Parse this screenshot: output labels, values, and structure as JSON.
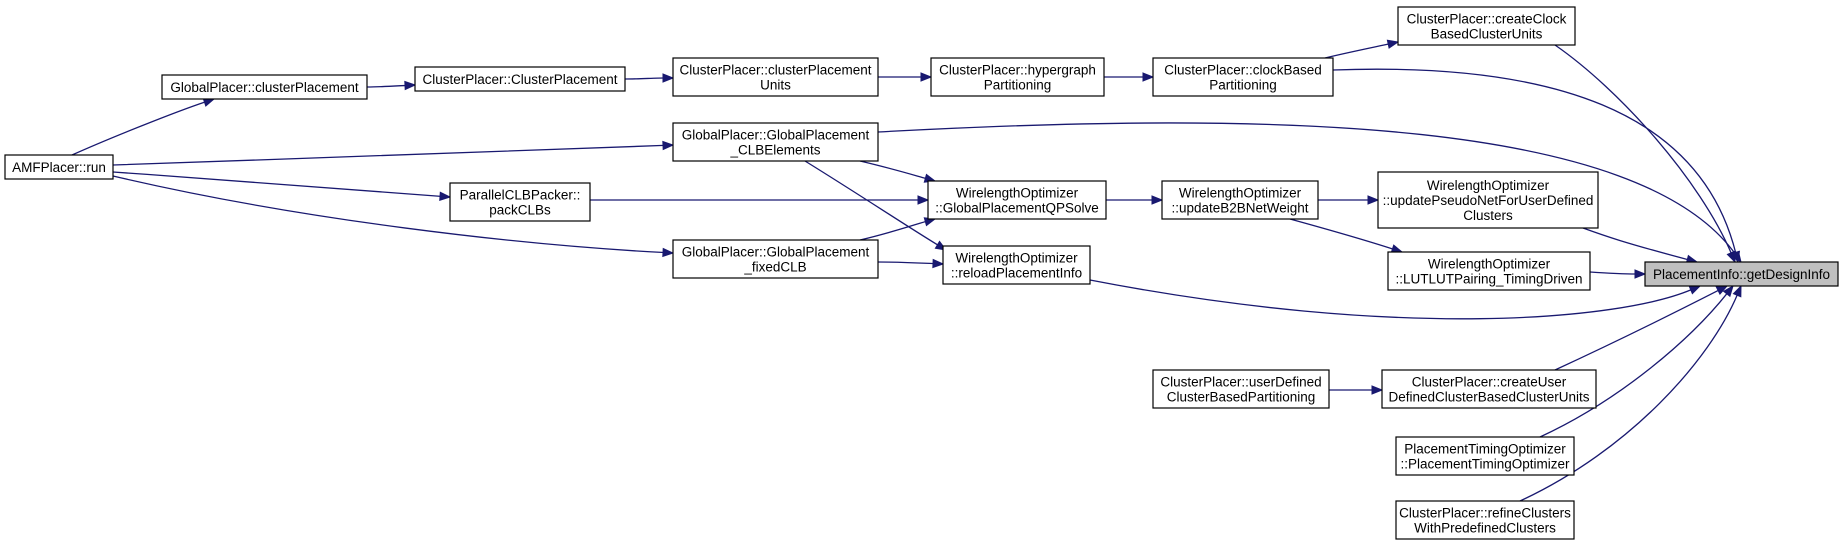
{
  "graph": {
    "colors": {
      "edge": "#191970",
      "root_fill": "#bfbfbf",
      "node_fill": "#ffffff",
      "border": "#000000"
    },
    "nodes": {
      "amf_run": {
        "lines": [
          "AMFPlacer::run"
        ]
      },
      "gp_clusterplacement": {
        "lines": [
          "GlobalPlacer::clusterPlacement"
        ]
      },
      "cp_clusterplacement": {
        "lines": [
          "ClusterPlacer::ClusterPlacement"
        ]
      },
      "cp_clusterplacementunits": {
        "lines": [
          "ClusterPlacer::clusterPlacement",
          "Units"
        ]
      },
      "cp_hypergraph": {
        "lines": [
          "ClusterPlacer::hypergraph",
          "Partitioning"
        ]
      },
      "cp_clockbased": {
        "lines": [
          "ClusterPlacer::clockBased",
          "Partitioning"
        ]
      },
      "cp_createclock": {
        "lines": [
          "ClusterPlacer::createClock",
          "BasedClusterUnits"
        ]
      },
      "gp_clbelements": {
        "lines": [
          "GlobalPlacer::GlobalPlacement",
          "_CLBElements"
        ]
      },
      "pclb_packclbs": {
        "lines": [
          "ParallelCLBPacker::",
          "packCLBs"
        ]
      },
      "wo_qpsolve": {
        "lines": [
          "WirelengthOptimizer",
          "::GlobalPlacementQPSolve"
        ]
      },
      "wo_updateb2b": {
        "lines": [
          "WirelengthOptimizer",
          "::updateB2BNetWeight"
        ]
      },
      "wo_updatepseudo": {
        "lines": [
          "WirelengthOptimizer",
          "::updatePseudoNetForUserDefined",
          "Clusters"
        ]
      },
      "wo_lutlut": {
        "lines": [
          "WirelengthOptimizer",
          "::LUTLUTPairing_TimingDriven"
        ]
      },
      "gp_fixedclb": {
        "lines": [
          "GlobalPlacer::GlobalPlacement",
          "_fixedCLB"
        ]
      },
      "wo_reload": {
        "lines": [
          "WirelengthOptimizer",
          "::reloadPlacementInfo"
        ]
      },
      "pi_getdesigninfo": {
        "lines": [
          "PlacementInfo::getDesignInfo"
        ]
      },
      "cp_userdefined": {
        "lines": [
          "ClusterPlacer::userDefined",
          "ClusterBasedPartitioning"
        ]
      },
      "cp_createuser": {
        "lines": [
          "ClusterPlacer::createUser",
          "DefinedClusterBasedClusterUnits"
        ]
      },
      "pto_ctor": {
        "lines": [
          "PlacementTimingOptimizer",
          "::PlacementTimingOptimizer"
        ]
      },
      "cp_refine": {
        "lines": [
          "ClusterPlacer::refineClusters",
          "WithPredefinedClusters"
        ]
      }
    },
    "edges": [
      [
        "amf_run",
        "gp_clusterplacement"
      ],
      [
        "gp_clusterplacement",
        "cp_clusterplacement"
      ],
      [
        "cp_clusterplacement",
        "cp_clusterplacementunits"
      ],
      [
        "cp_clusterplacementunits",
        "cp_hypergraph"
      ],
      [
        "cp_hypergraph",
        "cp_clockbased"
      ],
      [
        "cp_clockbased",
        "cp_createclock"
      ],
      [
        "cp_createclock",
        "pi_getdesigninfo"
      ],
      [
        "cp_clockbased",
        "pi_getdesigninfo"
      ],
      [
        "amf_run",
        "gp_clbelements"
      ],
      [
        "gp_clbelements",
        "pi_getdesigninfo"
      ],
      [
        "gp_clbelements",
        "wo_qpsolve"
      ],
      [
        "gp_clbelements",
        "wo_reload"
      ],
      [
        "amf_run",
        "pclb_packclbs"
      ],
      [
        "pclb_packclbs",
        "wo_qpsolve"
      ],
      [
        "amf_run",
        "gp_fixedclb"
      ],
      [
        "gp_fixedclb",
        "wo_qpsolve"
      ],
      [
        "gp_fixedclb",
        "wo_reload"
      ],
      [
        "wo_qpsolve",
        "wo_updateb2b"
      ],
      [
        "wo_updateb2b",
        "wo_updatepseudo"
      ],
      [
        "wo_updateb2b",
        "wo_lutlut"
      ],
      [
        "wo_updatepseudo",
        "pi_getdesigninfo"
      ],
      [
        "wo_lutlut",
        "pi_getdesigninfo"
      ],
      [
        "wo_reload",
        "pi_getdesigninfo"
      ],
      [
        "cp_userdefined",
        "cp_createuser"
      ],
      [
        "cp_createuser",
        "pi_getdesigninfo"
      ],
      [
        "pto_ctor",
        "pi_getdesigninfo"
      ],
      [
        "cp_refine",
        "pi_getdesigninfo"
      ]
    ]
  }
}
